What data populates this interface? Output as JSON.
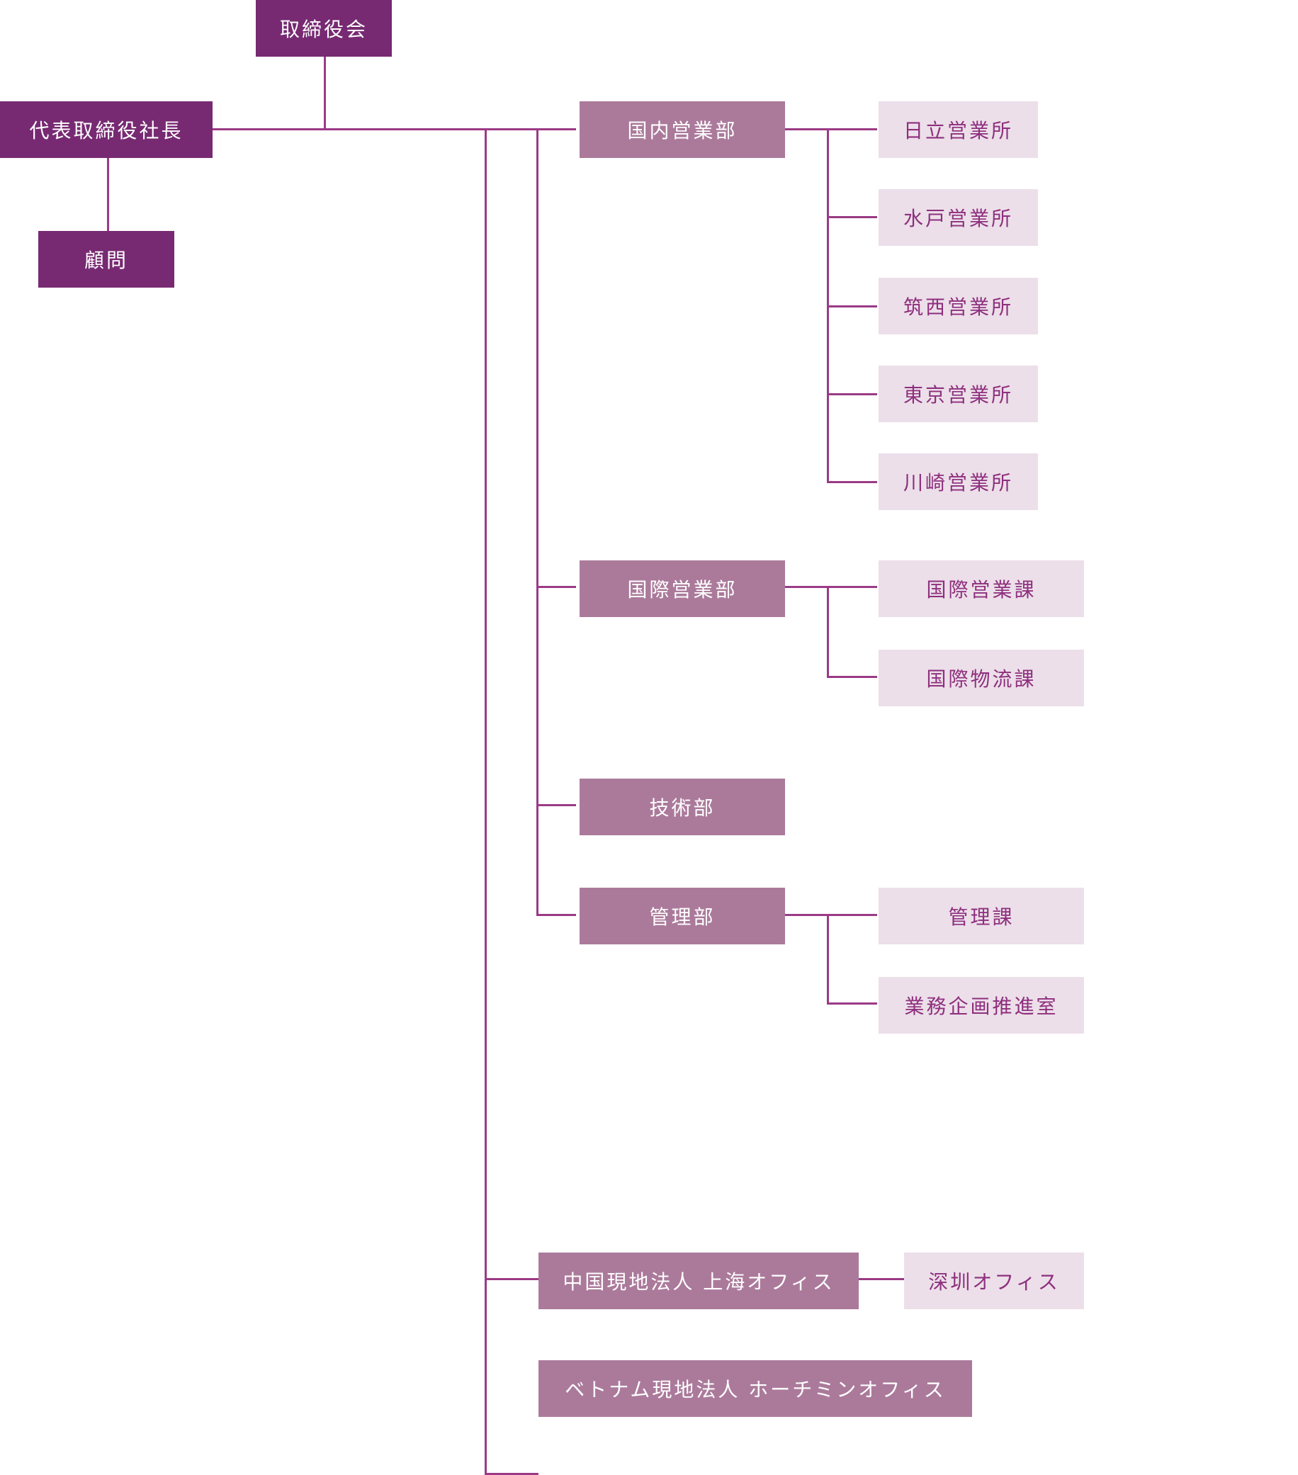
{
  "executives": {
    "board": "取締役会",
    "president": "代表取締役社長",
    "advisor": "顧問"
  },
  "departments": {
    "domestic_sales": {
      "label": "国内営業部",
      "units": [
        "日立営業所",
        "水戸営業所",
        "筑西営業所",
        "東京営業所",
        "川崎営業所"
      ]
    },
    "international_sales": {
      "label": "国際営業部",
      "units": [
        "国際営業課",
        "国際物流課"
      ]
    },
    "engineering": {
      "label": "技術部"
    },
    "administration": {
      "label": "管理部",
      "units": [
        "管理課",
        "業務企画推進室"
      ]
    },
    "china": {
      "label": "中国現地法人 上海オフィス",
      "units": [
        "深圳オフィス"
      ]
    },
    "vietnam": {
      "label": "ベトナム現地法人 ホーチミンオフィス"
    }
  },
  "colors": {
    "executive": "#772a72",
    "department": "#ab7a9b",
    "unit": "#ecdfe9",
    "unit_text": "#8e2f7e",
    "connector": "#9b3a86"
  }
}
